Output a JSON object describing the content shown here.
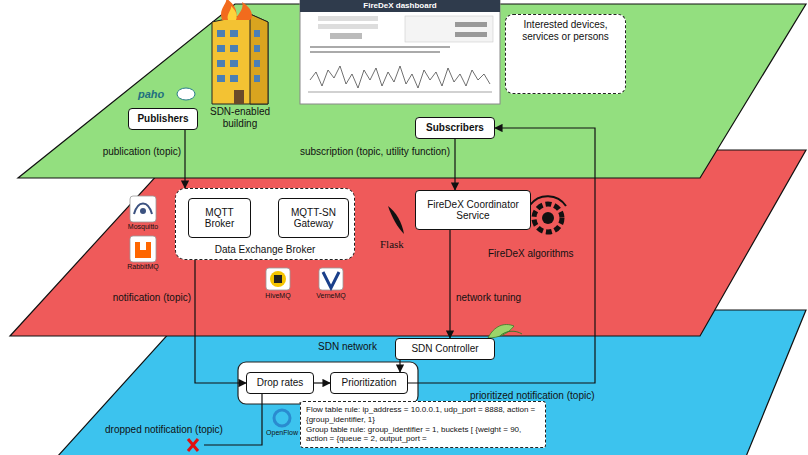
{
  "diagram": {
    "nodes": [
      {
        "text": [
          "Publishers"
        ]
      },
      {
        "text": [
          "Subscribers"
        ]
      },
      {
        "text": [
          "Interested devices, services or persons"
        ]
      },
      {
        "text": [
          "Data Exchange Broker"
        ]
      },
      {
        "text": [
          "MQTT Broker"
        ],
        "in": 3
      },
      {
        "text": [
          "MQTT-SN Gateway"
        ],
        "in": 3
      },
      {
        "text": [
          "FireDeX Coordinator Service"
        ]
      },
      {
        "text": [
          "SDN Controller"
        ]
      },
      {
        "text": [
          "Drop rates"
        ]
      },
      {
        "text": [
          "Prioritization"
        ]
      },
      {
        "text": [
          "Flow table rule: ip_address = 10.0.0.1, udp_port = 8888, action = {group_identifier, 1}",
          "Group table rule: group_identifier = 1, buckets [ {weight = 90, action = {queue = 2, output_port ="
        ]
      }
    ],
    "edges": [
      {
        "from": 0,
        "to": 3,
        "arrow": "to",
        "label": "publication (topic)"
      },
      {
        "from": 4,
        "to": 5,
        "arrow": "both"
      },
      {
        "from": 1,
        "to": 6,
        "arrow": "to",
        "label": "subscription (topic, utility function)"
      },
      {
        "from": 3,
        "to": 8,
        "arrow": "to",
        "label": "notification (topic)"
      },
      {
        "from": 6,
        "to": 7,
        "arrow": "to",
        "label": "network tuning"
      },
      {
        "from": 7,
        "to": 9,
        "arrow": "to"
      },
      {
        "from": 8,
        "to": 9,
        "arrow": "to"
      },
      {
        "from": 9,
        "to": 1,
        "arrow": "to",
        "label": "prioritized notification (topic)"
      }
    ],
    "labels": [
      "SDN-enabled building",
      "paho",
      "FireDeX dashboard",
      "Mosquitto",
      "RabbitMQ",
      "HiveMQ",
      "VerneMQ",
      "Flask",
      "FireDeX algorithms",
      "SDN network",
      "dropped notification (topic)",
      "OpenFlow"
    ]
  }
}
